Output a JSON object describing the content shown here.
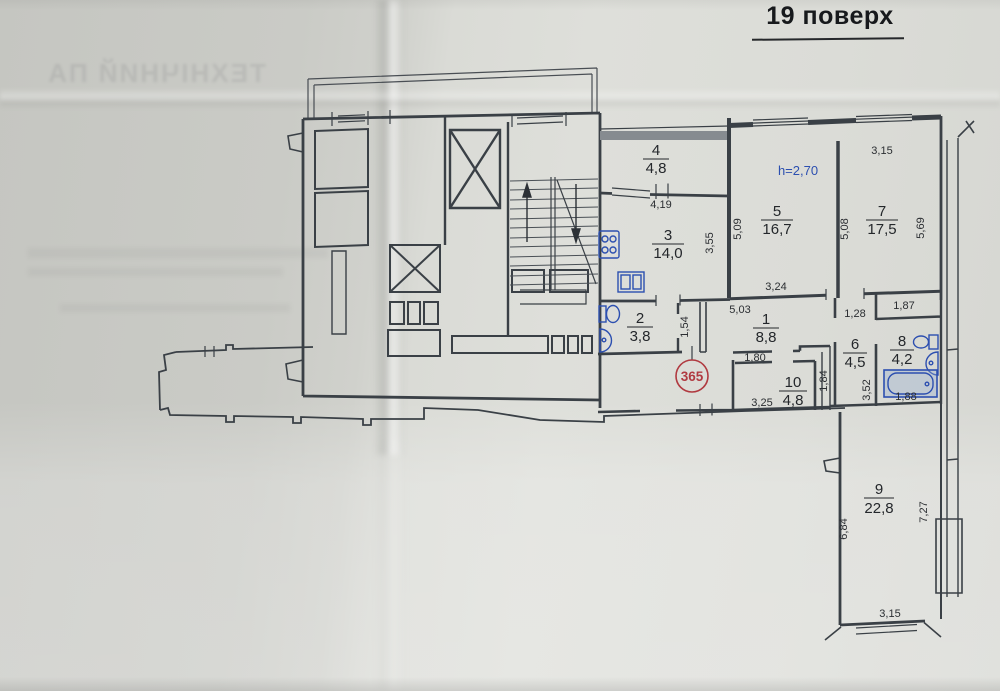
{
  "title": "19 поверх",
  "stamp_number": "365",
  "ceiling_height": "h=2,70",
  "bleedthrough_text": "ТЕХНІЧНИЙ ПА",
  "rooms": {
    "r1": {
      "num": "1",
      "area": "8,8"
    },
    "r2": {
      "num": "2",
      "area": "3,8"
    },
    "r3": {
      "num": "3",
      "area": "14,0"
    },
    "r4": {
      "num": "4",
      "area": "4,8"
    },
    "r5": {
      "num": "5",
      "area": "16,7"
    },
    "r6": {
      "num": "6",
      "area": "4,5"
    },
    "r7": {
      "num": "7",
      "area": "17,5"
    },
    "r8": {
      "num": "8",
      "area": "4,2"
    },
    "r9": {
      "num": "9",
      "area": "22,8"
    },
    "r10": {
      "num": "10",
      "area": "4,8"
    }
  },
  "dims": {
    "room4_below": "4,19",
    "room3_right": "3,55",
    "room5_left": "5,09",
    "room5_bottom": "3,24",
    "room7_top": "3,15",
    "room7_left": "5,08",
    "room7_right": "5,69",
    "room8_top": "1,87",
    "room6_top": "1,28",
    "room1_top": "5,03",
    "room2_right": "1,54",
    "room1_bottom": "1,80",
    "room6_left": "1,84",
    "room8_left": "3,52",
    "room8_bottom": "1,88",
    "room10_bottom": "3,25",
    "room9_left": "6,84",
    "room9_right": "7,27",
    "room9_bottom": "3,15"
  },
  "colors": {
    "line": "#3a4046",
    "blue_accent": "#2c4fb0",
    "stamp_red": "#b03a40",
    "glazing_band": "#868b90"
  }
}
